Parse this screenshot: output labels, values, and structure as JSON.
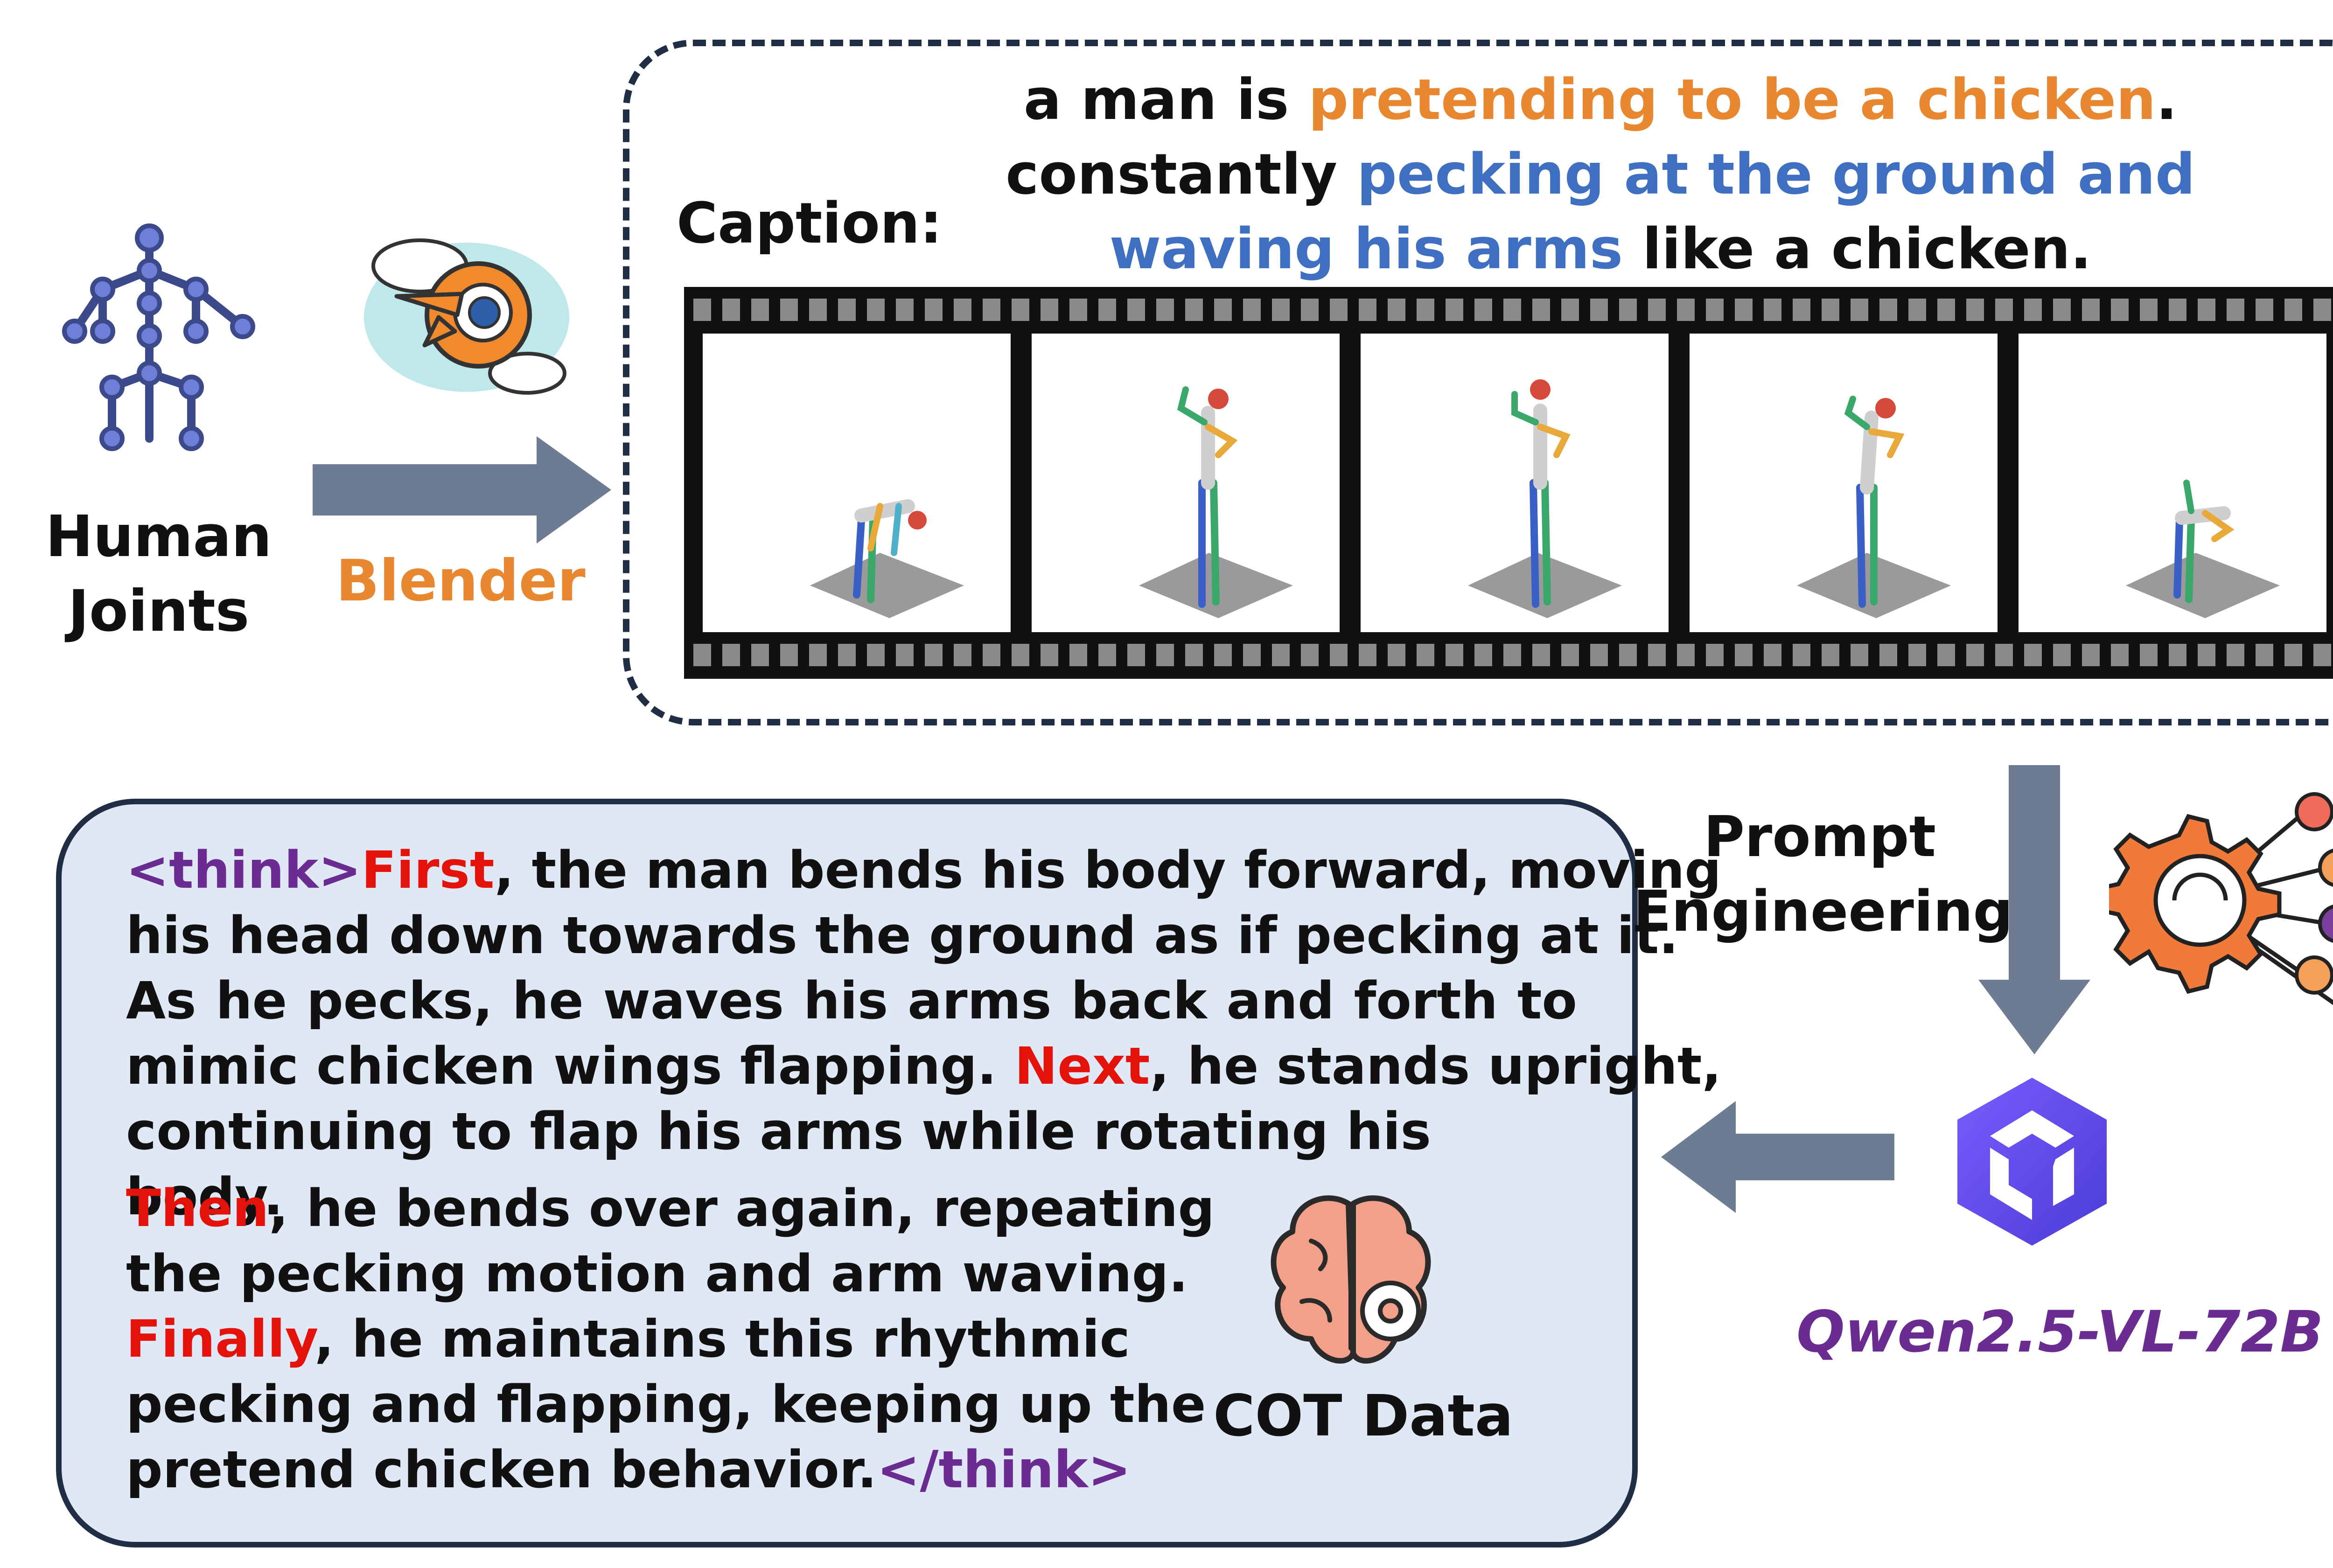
{
  "left": {
    "human_joints_label": [
      "Human",
      "Joints"
    ],
    "blender_label": "Blender"
  },
  "caption": {
    "label": "Caption:",
    "line1": {
      "plain_a": "a man is ",
      "highlight": "pretending to be a chicken",
      "plain_b": "."
    },
    "line2": {
      "plain_a": "constantly ",
      "highlight": "pecking at the ground and"
    },
    "line3": {
      "highlight": "waving his arms",
      "plain_b": " like a chicken."
    }
  },
  "right": {
    "prompt_label": [
      "Prompt",
      "Engineering"
    ],
    "model_label": "Qwen2.5-VL-72B"
  },
  "cot": {
    "open_tag": "<think>",
    "close_tag": "</think>",
    "kw_first": "First",
    "kw_next": "Next",
    "kw_then": "Then",
    "kw_finally": "Finally",
    "line1_rest": ", the man bends his body forward, moving",
    "line2": "his head down towards the ground as if pecking at it.",
    "line3": "As he pecks, he waves his arms back and forth to",
    "line4_a": "mimic chicken wings flapping. ",
    "line4_b": ", he stands upright,",
    "line5": "continuing to flap his arms while rotating his body.",
    "line6_rest": ", he bends over again, repeating",
    "line7": "the pecking motion and arm waving.",
    "line8_rest": ", he maintains this rhythmic",
    "line9": "pecking and flapping, keeping up the",
    "line10": "pretend chicken behavior.",
    "data_label": "COT Data"
  },
  "colors": {
    "orange": "#e8872f",
    "blue": "#3f6fc1",
    "red": "#e3120b",
    "purple": "#6a2c91",
    "arrow": "#6d7c92",
    "box_fill": "#dfe8f4",
    "border": "#1f2d45"
  },
  "icons": [
    "skeleton-icon",
    "blender-logo-icon",
    "ai-gear-network-icon",
    "qwen-logo-icon",
    "brain-gear-icon"
  ]
}
